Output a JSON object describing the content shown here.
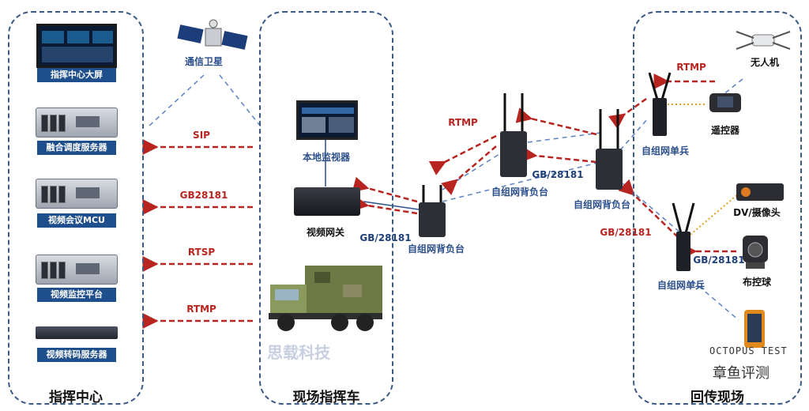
{
  "panels": {
    "command_center": "指挥中心",
    "field_vehicle": "现场指挥车",
    "return_site": "回传现场"
  },
  "command_center_devices": [
    "指挥中心大屏",
    "融合调度服务器",
    "视频会议MCU",
    "视频监控平台",
    "视频转码服务器"
  ],
  "satellite": "通信卫星",
  "vehicle_devices": {
    "monitor": "本地监视器",
    "gateway": "视频网关"
  },
  "protocols_left": [
    "SIP",
    "GB28181",
    "RTSP",
    "RTMP"
  ],
  "mesh_nodes": {
    "backpack_1": "自组网背负台",
    "backpack_2": "自组网背负台",
    "backpack_3": "自组网背负台",
    "soldier_1": "自组网单兵",
    "soldier_2": "自组网单兵"
  },
  "protocols_mid": {
    "gw_link": "GB/28181",
    "bp2_link": "GB/28181",
    "top_link": "RTMP",
    "drone_link": "RTMP",
    "soldier_link": "GB/28181",
    "ball_link": "GB/28181"
  },
  "field_devices": {
    "drone": "无人机",
    "remote": "遥控器",
    "camera": "DV/摄像头",
    "dome": "布控球"
  },
  "watermarks": {
    "siyi": "思载科技",
    "octopus_en": "OCTOPUS TEST",
    "octopus_cn": "章鱼评测"
  },
  "colors": {
    "panel_border": "#3c5a86",
    "label_bg": "#1f4e8c",
    "protocol_arrow": "#b8241f",
    "link_dashed": "#5b82c4"
  }
}
